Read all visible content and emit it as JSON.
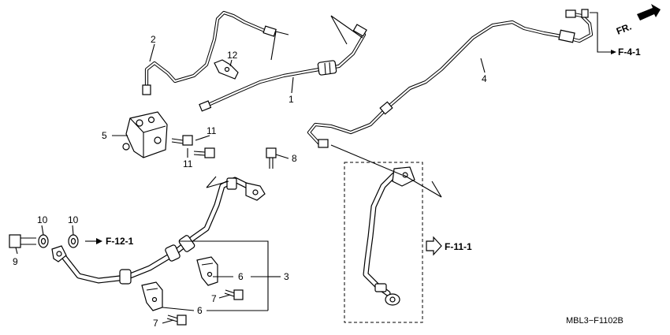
{
  "callouts": {
    "n1": "1",
    "n2": "2",
    "n3": "3",
    "n4": "4",
    "n5": "5",
    "n6a": "6",
    "n6b": "6",
    "n7a": "7",
    "n7b": "7",
    "n8": "8",
    "n9": "9",
    "n10a": "10",
    "n10b": "10",
    "n11a": "11",
    "n11b": "11",
    "n12": "12"
  },
  "refs": {
    "f4": "F-4-1",
    "f11": "F-11-1",
    "f12": "F-12-1",
    "fr": "FR."
  },
  "diagram_code": "MBL3−F1102B"
}
